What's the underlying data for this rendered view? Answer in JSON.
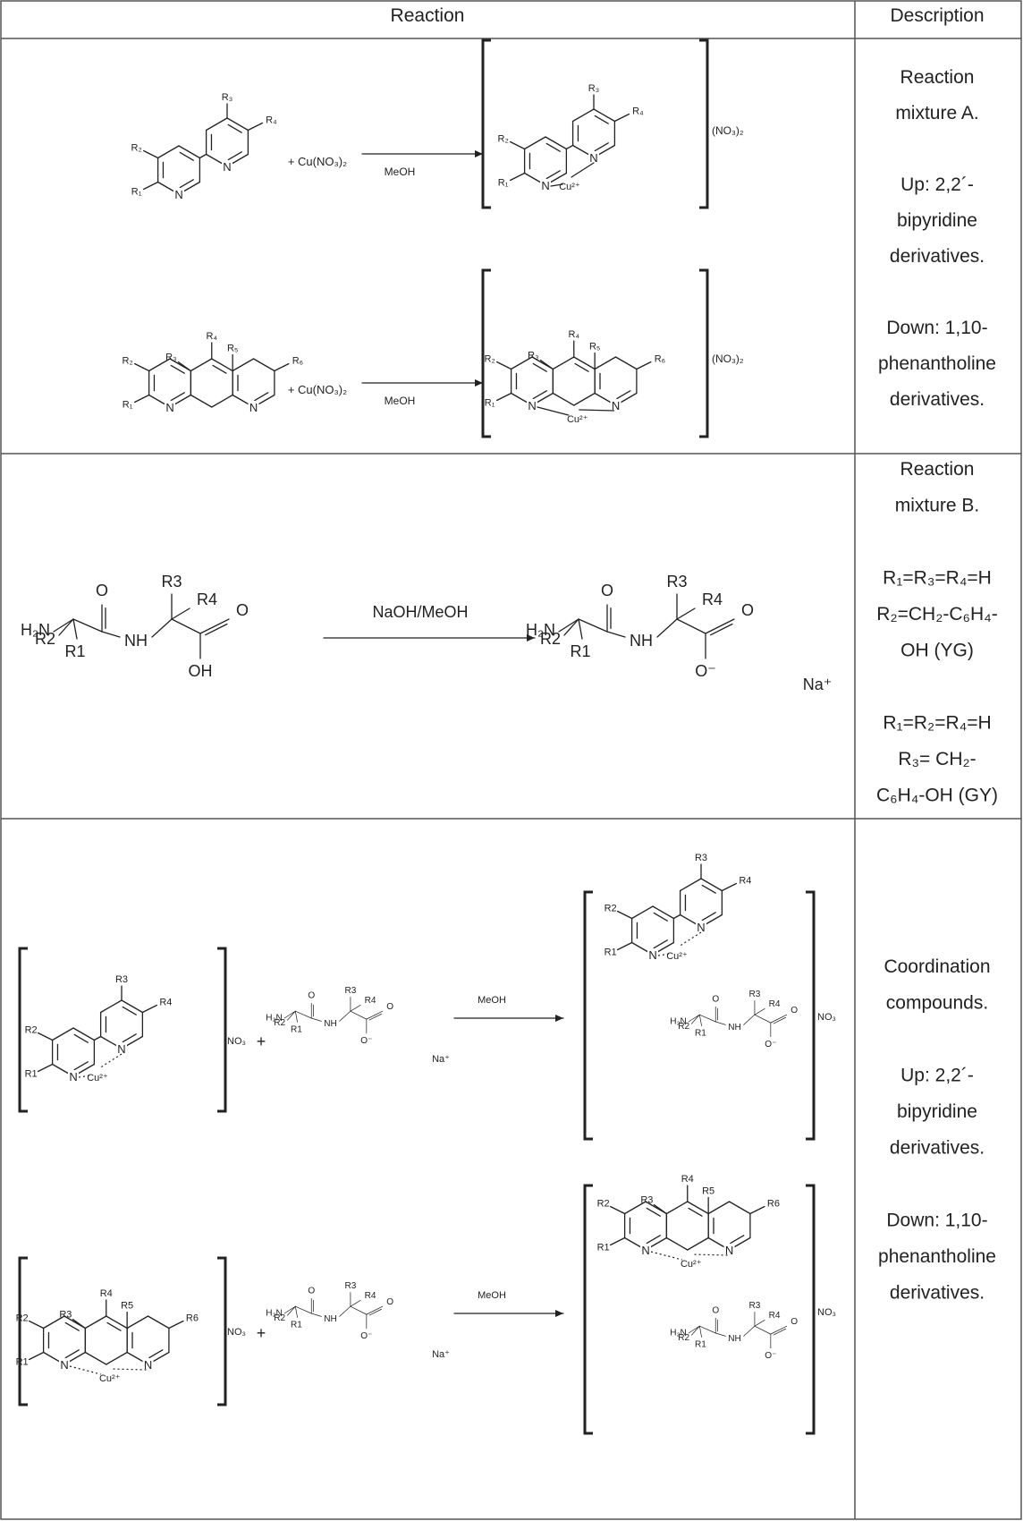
{
  "table": {
    "headers": {
      "reaction": "Reaction",
      "description": "Description"
    },
    "rows": [
      {
        "description_lines": [
          "Reaction",
          "mixture A.",
          "",
          "Up: 2,2´-",
          "bipyridine",
          "derivatives.",
          "",
          "Down: 1,10-",
          "phenantholine",
          "derivatives."
        ],
        "reagent": "+ Cu(NO₃)₂",
        "solvent": "MeOH",
        "counterion": "(NO₃)₂",
        "metal": "Cu²⁺"
      },
      {
        "description_lines": [
          "Reaction",
          "mixture B.",
          "",
          "R₁=R₃=R₄=H",
          "R₂=CH₂-C₆H₄-",
          "OH (YG)",
          "",
          "R₁=R₂=R₄=H",
          "R₃= CH₂-",
          "C₆H₄-OH (GY)"
        ],
        "condition": "NaOH/MeOH",
        "cation": "Na⁺"
      },
      {
        "description_lines": [
          "Coordination",
          "compounds.",
          "",
          "Up: 2,2´-",
          "bipyridine",
          "derivatives.",
          "",
          "Down: 1,10-",
          "phenantholine",
          "derivatives."
        ],
        "solvent": "MeOH",
        "counterion": "NO₃",
        "cation": "Na⁺",
        "metal": "Cu²⁺"
      }
    ]
  },
  "atoms": {
    "N": "N",
    "O": "O",
    "NH": "NH",
    "H2N": "H₂N",
    "OH": "OH",
    "O_minus": "O⁻",
    "Cu": "Cu²⁺",
    "plus": "+"
  },
  "labels_sub": [
    "R₁",
    "R₂",
    "R₃",
    "R₄",
    "R₅",
    "R₆"
  ],
  "labels_plain": [
    "R1",
    "R2",
    "R3",
    "R4",
    "R5",
    "R6"
  ]
}
